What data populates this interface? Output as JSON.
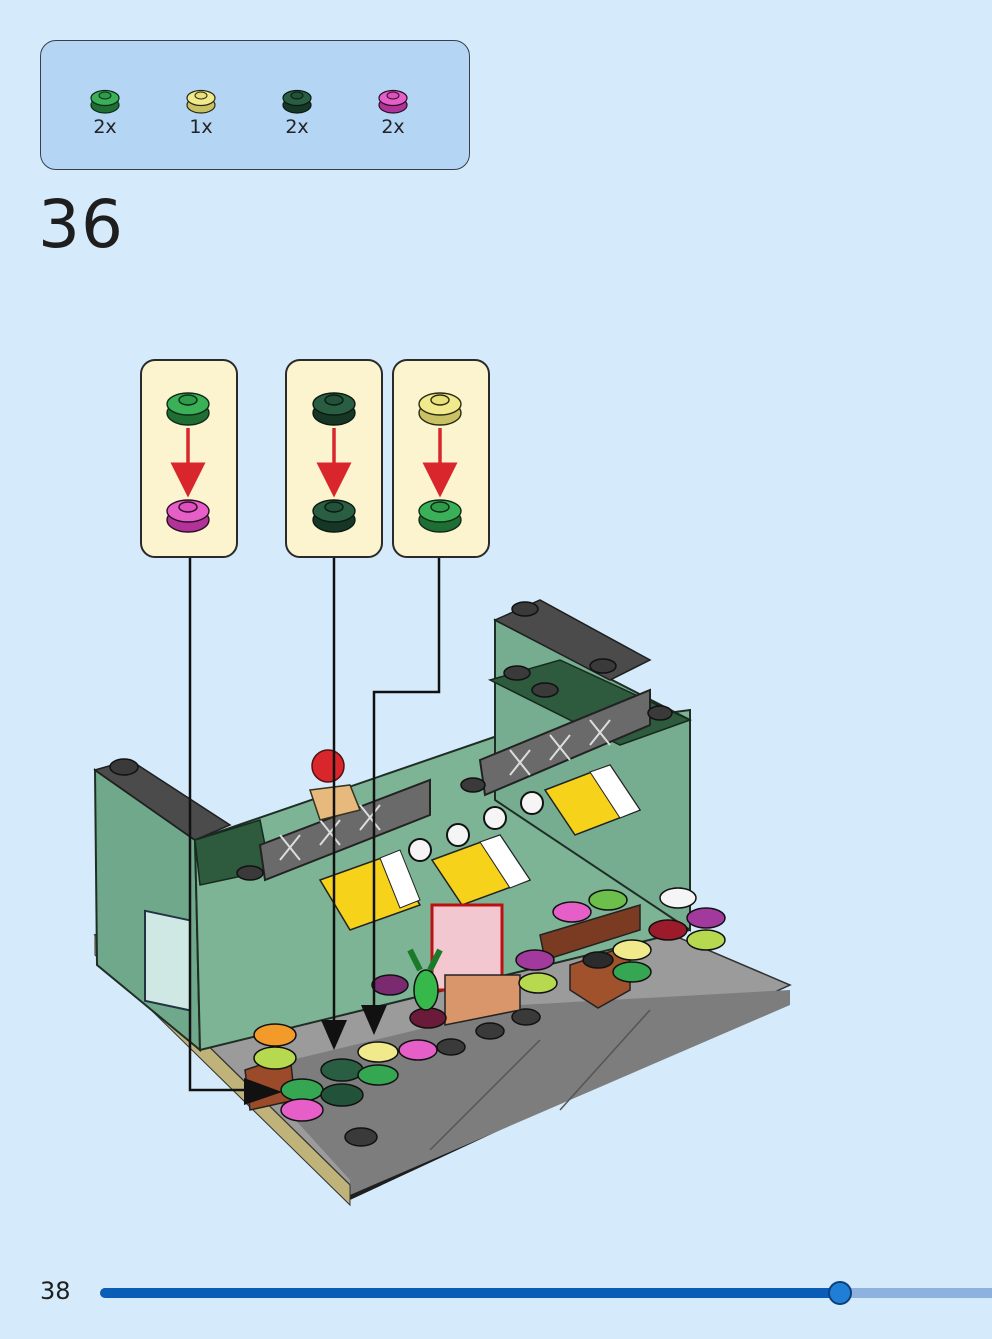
{
  "parts": [
    {
      "color": "#2f9c4a",
      "qty": "2x",
      "icon": "round-plate-flower-green-icon"
    },
    {
      "color": "#f1ea8c",
      "qty": "1x",
      "icon": "round-plate-flower-yellow-icon"
    },
    {
      "color": "#23523a",
      "qty": "2x",
      "icon": "round-plate-dark-green-icon"
    },
    {
      "color": "#e04fbf",
      "qty": "2x",
      "icon": "round-plate-flower-magenta-icon"
    }
  ],
  "step": {
    "number": "36"
  },
  "callouts": [
    {
      "from": "#2f9c4a",
      "to": "#e04fbf"
    },
    {
      "from": "#23523a",
      "to": "#23523a"
    },
    {
      "from": "#f1ea8c",
      "to": "#2f9c4a"
    }
  ],
  "footer": {
    "page_number": "38",
    "progress": 0.83
  },
  "colors": {
    "background": "#d5ebfb",
    "parts_box": "#b4d6f4",
    "callout_box": "#fcf3cf",
    "arrow_red": "#d8262c",
    "progress_fill": "#0a5db6",
    "progress_track": "#8eb2df"
  }
}
